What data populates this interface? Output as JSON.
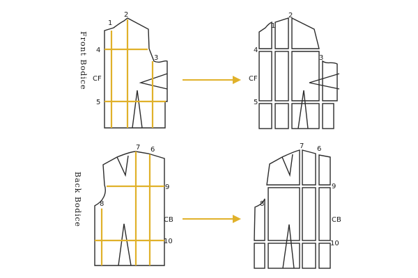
{
  "front": {
    "side_title": "Front Bodice",
    "labels": {
      "n1": "1",
      "n2": "2",
      "n3": "3",
      "n4": "4",
      "n5": "5",
      "cf": "CF"
    }
  },
  "back": {
    "side_title": "Back Bodice",
    "labels": {
      "n6": "6",
      "n7": "7",
      "n8": "8",
      "n9": "9",
      "n10": "10",
      "cb": "CB"
    }
  },
  "colors": {
    "guide": "#e0b12a",
    "arrow": "#e0b12a",
    "outline": "#2b2b2b"
  }
}
